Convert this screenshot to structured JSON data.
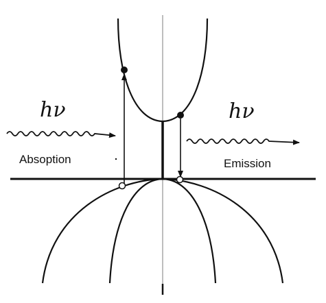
{
  "diagram": {
    "labels": {
      "hv_left": "hν",
      "hv_right": "hν",
      "absorption": "Absoption",
      "emission": "Emission"
    },
    "colors": {
      "ink": "#111111",
      "axis": "#9a9a9a"
    }
  }
}
